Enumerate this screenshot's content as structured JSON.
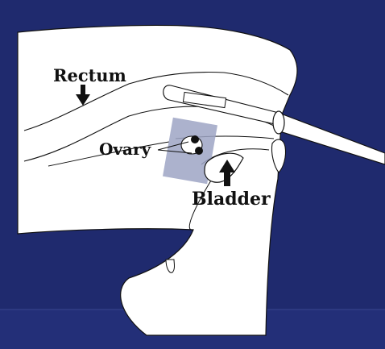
{
  "diagram": {
    "labels": {
      "rectum": "Rectum",
      "ovary": "Ovary",
      "bladder": "Bladder"
    },
    "colors": {
      "background": "#1f2a6e",
      "background_lower": "#232f78",
      "tissue": "#ffffff",
      "outline": "#111111",
      "probe_window": "#9ea4c4",
      "text": "#111111"
    }
  }
}
